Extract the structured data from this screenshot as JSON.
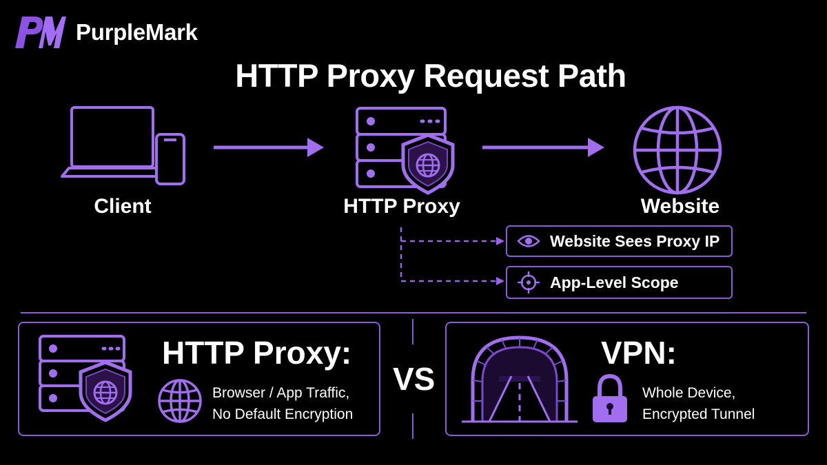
{
  "brand": {
    "name": "PurpleMark",
    "logo_icon": "pm-monogram-icon"
  },
  "title": "HTTP Proxy Request Path",
  "colors": {
    "accent": "#a16ef0",
    "accent_dark": "#5b2a9e",
    "line": "#8e5bd8",
    "background": "#000000",
    "text": "#ffffff"
  },
  "flow": {
    "nodes": [
      {
        "label": "Client",
        "icon": "laptop-phone-icon"
      },
      {
        "label": "HTTP Proxy",
        "icon": "server-shield-icon"
      },
      {
        "label": "Website",
        "icon": "globe-icon"
      }
    ],
    "callouts": [
      {
        "text": "Website Sees Proxy IP",
        "icon": "eye-icon"
      },
      {
        "text": "App-Level Scope",
        "icon": "crosshair-icon"
      }
    ]
  },
  "comparison": {
    "left": {
      "heading": "HTTP Proxy:",
      "desc_line1": "Browser / App Traffic,",
      "desc_line2": "No Default Encryption",
      "icons": [
        "server-shield-icon",
        "globe-icon"
      ]
    },
    "vs": "VS",
    "right": {
      "heading": "VPN:",
      "desc_line1": "Whole Device,",
      "desc_line2": "Encrypted Tunnel",
      "icons": [
        "tunnel-icon",
        "padlock-icon"
      ]
    }
  }
}
